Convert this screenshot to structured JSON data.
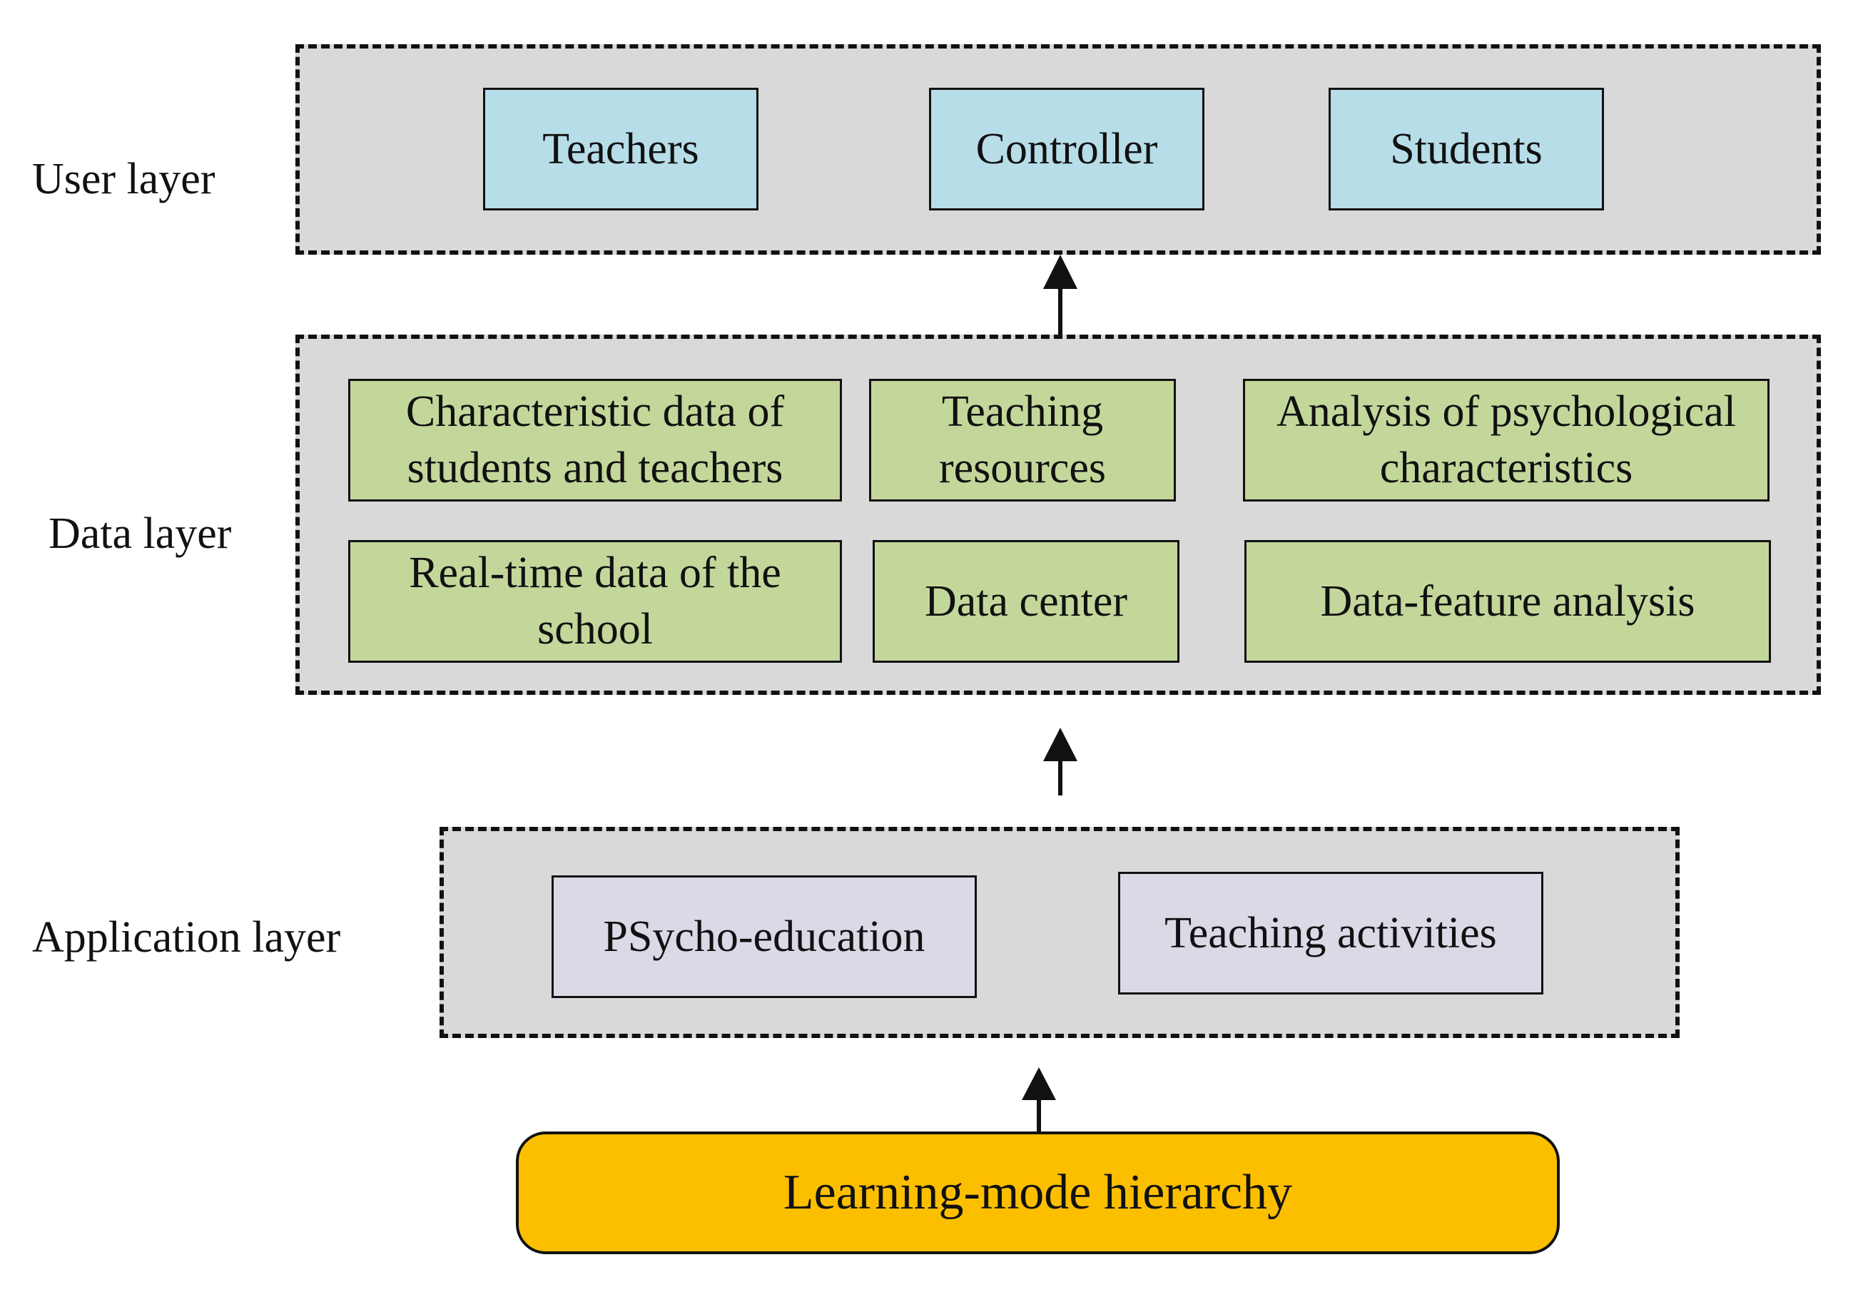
{
  "layers": {
    "user": "User layer",
    "data": "Data layer",
    "application": "Application layer"
  },
  "user_layer": {
    "teachers": "Teachers",
    "controller": "Controller",
    "students": "Students"
  },
  "data_layer": {
    "characteristic": [
      "Characteristic data of",
      "students and teachers"
    ],
    "teaching_resources": [
      "Teaching",
      "resources"
    ],
    "psych_analysis": [
      "Analysis of psychological",
      "characteristics"
    ],
    "realtime": [
      "Real-time data of the",
      "school"
    ],
    "data_center": "Data center",
    "feature_analysis": "Data-feature analysis"
  },
  "application_layer": {
    "psycho_education": "PSycho-education",
    "teaching_activities": "Teaching activities"
  },
  "base": {
    "label": "Learning-mode hierarchy"
  },
  "colors": {
    "panel": "#d9d9d9",
    "user_box": "#b7dde8",
    "data_box": "#c4d79b",
    "app_box": "#ddd8e6",
    "base_box": "#fcbf00"
  }
}
